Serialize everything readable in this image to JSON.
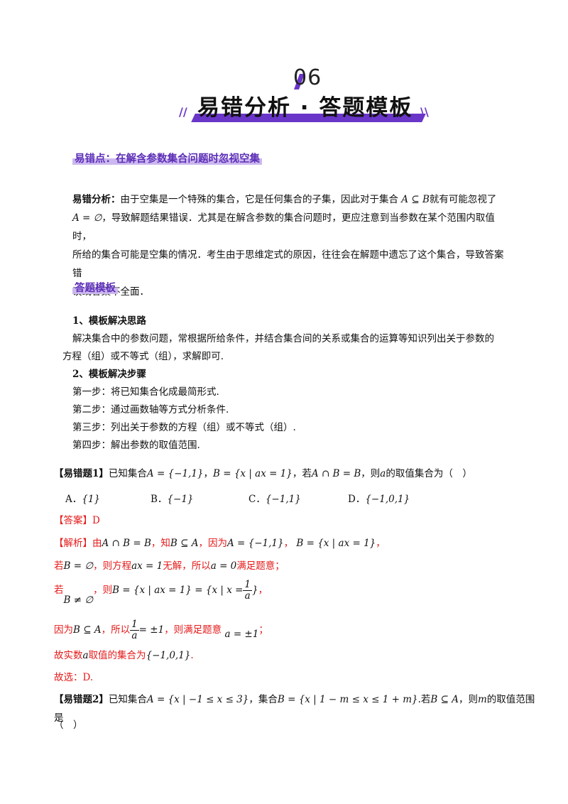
{
  "header": {
    "number": "06",
    "title": "易错分析 · 答题模板"
  },
  "error_point": {
    "heading": "易错点：在解含参数集合问题时忽视空集",
    "label": "易错分析：",
    "text_1": "由于空集是一个特殊的集合，它是任何集合的子集，因此对于集合",
    "math_1": "A ⊆ B",
    "text_2": "就有可能忽视了",
    "math_2": "A = ∅",
    "text_3": "，导致解题结果错误．尤其是在解含参数的集合问题时，更应注意到当参数在某个范围内取值时，",
    "text_4": "所给的集合可能是空集的情况．考生由于思维定式的原因，往往会在解题中遗忘了这个集合，导致答案错",
    "text_5": "误或答案不全面．"
  },
  "template": {
    "heading": "答题模板",
    "sec1_title": "1、模板解决思路",
    "sec1_line1": "解决集合中的参数问题，常根据所给条件，并结合集合间的关系或集合的运算等知识列出关于参数的",
    "sec1_line2": "方程（组）或不等式（组），求解即可.",
    "sec2_title": "2、模板解决步骤",
    "step1": "第一步：将已知集合化成最简形式.",
    "step2": "第二步：通过画数轴等方式分析条件.",
    "step3": "第三步：列出关于参数的方程（组）或不等式（组）.",
    "step4": "第四步：解出参数的取值范围."
  },
  "problem1": {
    "tag": "【易错题1】",
    "stem_a": "已知集合",
    "setA": "A = {−1,1}",
    "sep": "，",
    "setB": "B = {x | ax = 1}",
    "stem_b": "，若",
    "cond": "A ∩ B = B",
    "stem_c": "，则",
    "var": "a",
    "stem_d": "的取值集合为（　）",
    "options": [
      {
        "label": "A．",
        "value": "{1}"
      },
      {
        "label": "B．",
        "value": "{−1}"
      },
      {
        "label": "C．",
        "value": "{−1,1}"
      },
      {
        "label": "D．",
        "value": "{−1,0,1}"
      }
    ],
    "answer_tag": "【答案】",
    "answer": "D",
    "analysis_tag": "【解析】",
    "a1_a": "由",
    "a1_m1": "A ∩ B = B",
    "a1_b": "，知",
    "a1_m2": "B ⊆ A",
    "a1_c": "，因为",
    "a1_m3": "A = {−1,1}",
    "a1_d": "，",
    "a1_m4": "B = {x | ax = 1}",
    "a1_e": "，",
    "a2_a": "若",
    "a2_m1": "B = ∅",
    "a2_b": "，则方程",
    "a2_m2": "ax = 1",
    "a2_c": "无解，所以",
    "a2_m3": "a = 0",
    "a2_d": "满足题意；",
    "a3_a": "若",
    "a3_m1": "B ≠ ∅",
    "a3_b": "，则",
    "a3_m2": "B = {x | ax = 1} = {x | x =",
    "a3_num": "1",
    "a3_den": "a",
    "a3_m3": "}",
    "a3_c": "，",
    "a4_a": "因为",
    "a4_m1": "B ⊆ A",
    "a4_b": "，所以",
    "a4_num": "1",
    "a4_den": "a",
    "a4_m2": "= ±1",
    "a4_c": "，则满足题意",
    "a4_m3": "a = ±1",
    "a4_d": "；",
    "a5_a": "故实数",
    "a5_m1": "a",
    "a5_b": "取值的集合为",
    "a5_m2": "{−1,0,1}",
    "a5_c": ".",
    "choose": "故选：D."
  },
  "problem2": {
    "tag": "【易错题2】",
    "stem_a": "已知集合",
    "setA": "A = {x | −1 ≤ x ≤ 3}",
    "stem_b": "，集合",
    "setB": "B = {x | 1 − m ≤ x ≤ 1 + m}",
    "stem_c": ".若",
    "cond": "B ⊆ A",
    "stem_d": "，则",
    "var": "m",
    "stem_e": "的取值范围是",
    "blank": "（　）"
  }
}
